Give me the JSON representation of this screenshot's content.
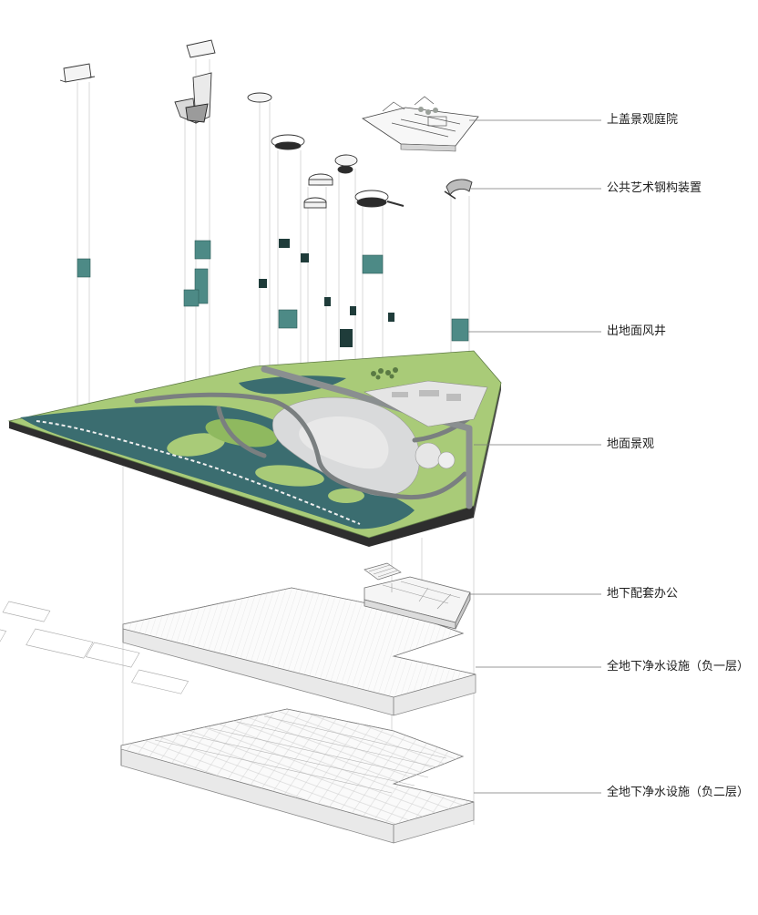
{
  "labels": {
    "rooftop_courtyard": "上盖景观庭院",
    "public_art_steel": "公共艺术钢构装置",
    "ventilation_shafts": "出地面风井",
    "ground_landscape": "地面景观",
    "underground_office": "地下配套办公",
    "treatment_b1": "全地下净水设施（负一层）",
    "treatment_b2": "全地下净水设施（负二层）"
  },
  "colors": {
    "lawn": "#a9cb78",
    "lawn_dark": "#8fb95f",
    "water": "#3b6d70",
    "path": "#7a7f80",
    "slab_edge": "#3a3a3a",
    "shaft": "#4d8a86",
    "shaft_dark": "#1f3c3a",
    "plaza": "#d9dadb",
    "leader": "#777777"
  }
}
